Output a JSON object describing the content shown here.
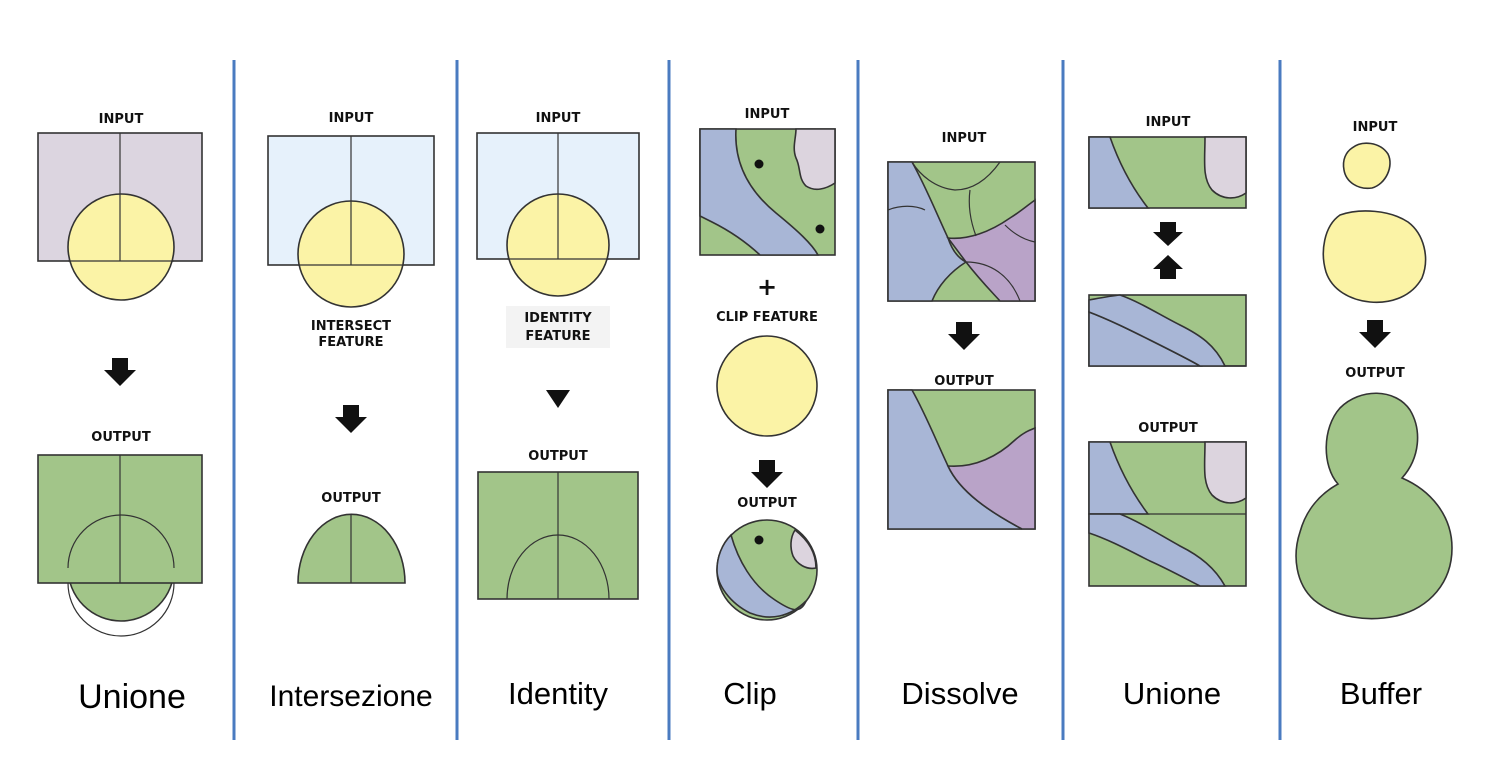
{
  "colors": {
    "lavender": "#dcd5e0",
    "light_blue": "#e6f1fb",
    "yellow": "#fbf3a6",
    "green": "#a2c589",
    "blue": "#a8b6d6",
    "purple": "#b9a3c8",
    "pale_pink": "#dcd4de",
    "divider": "#4a7bc0"
  },
  "panels": [
    {
      "title": "Unione",
      "input": "INPUT",
      "output": "OUTPUT"
    },
    {
      "title": "Intersezione",
      "input": "INPUT",
      "feature_line1": "INTERSECT",
      "feature_line2": "FEATURE",
      "output": "OUTPUT"
    },
    {
      "title": "Identity",
      "input": "INPUT",
      "feature_line1": "IDENTITY",
      "feature_line2": "FEATURE",
      "output": "OUTPUT"
    },
    {
      "title": "Clip",
      "input": "INPUT",
      "plus": "+",
      "feature": "CLIP FEATURE",
      "output": "OUTPUT"
    },
    {
      "title": "Dissolve",
      "input": "INPUT",
      "output": "OUTPUT"
    },
    {
      "title": "Unione",
      "input": "INPUT",
      "output": "OUTPUT"
    },
    {
      "title": "Buffer",
      "input": "INPUT",
      "output": "OUTPUT"
    }
  ]
}
